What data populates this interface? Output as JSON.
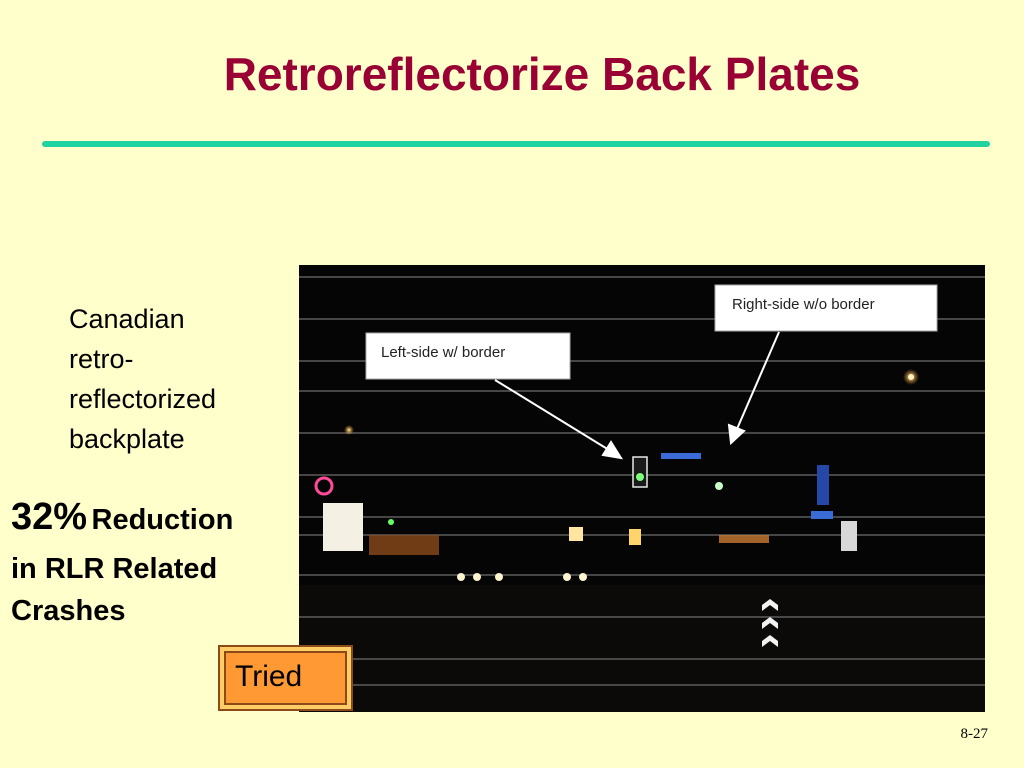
{
  "slide": {
    "title": "Retroreflectorize Back Plates",
    "caption_lines": [
      "Canadian",
      "retro-",
      "reflectorized",
      "backplate"
    ],
    "stat": {
      "percent": "32%",
      "line1_rest": "Reduction",
      "line2": "in RLR Related",
      "line3": "Crashes"
    },
    "badge": "Tried",
    "page_number": "8-27"
  },
  "photo": {
    "callout_left": "Left-side w/ border",
    "callout_right": "Right-side w/o border"
  },
  "colors": {
    "background": "#ffffcc",
    "title": "#990033",
    "rule": "#1fd4a0",
    "badge_fill": "#ff9933"
  }
}
